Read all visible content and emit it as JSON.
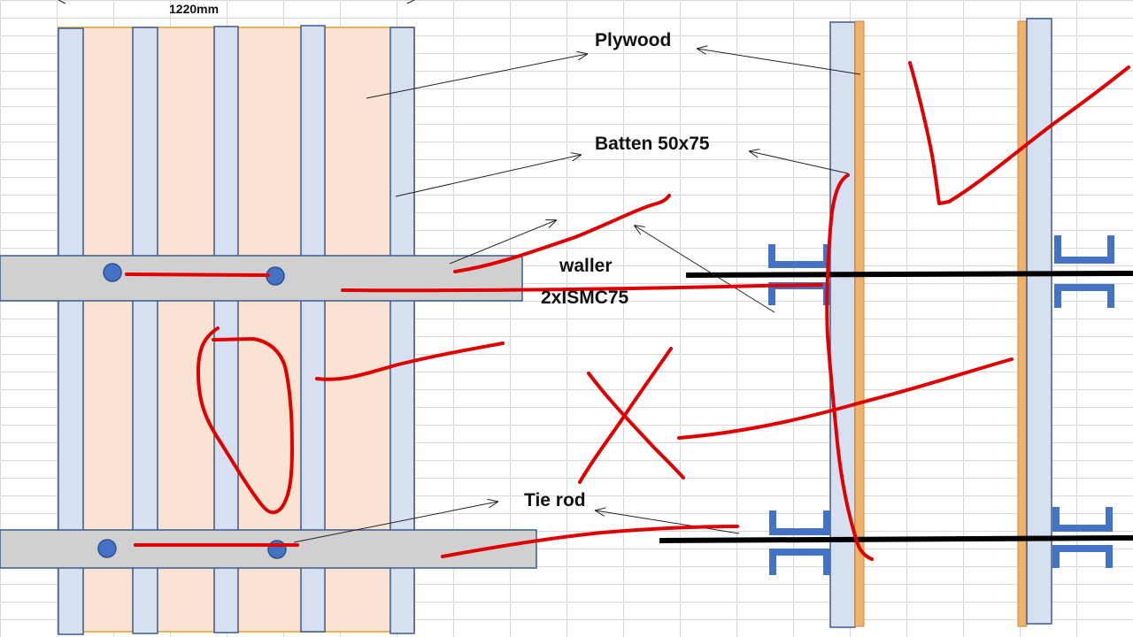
{
  "labels": {
    "dimension": "1220mm",
    "plywood": "Plywood",
    "batten": "Batten 50x75",
    "waller": "waller",
    "waller_spec": "2xISMC75",
    "tie_rod": "Tie rod"
  },
  "colors": {
    "plywood_fill": "#fbe3d4",
    "plywood_edge": "#e6b45a",
    "batten_fill": "#d6e0f1",
    "batten_stroke": "#3b5b8a",
    "waller_fill": "#d0d0d0",
    "waller_stroke": "#3b5b8a",
    "tie_rod_dot": "#4472c4",
    "channel_blue": "#4472c4",
    "plywood_side": "#f0b26a",
    "tie_rod_line": "#000000",
    "annotation_red": "#e00000",
    "grid": "#d9d9d9"
  }
}
